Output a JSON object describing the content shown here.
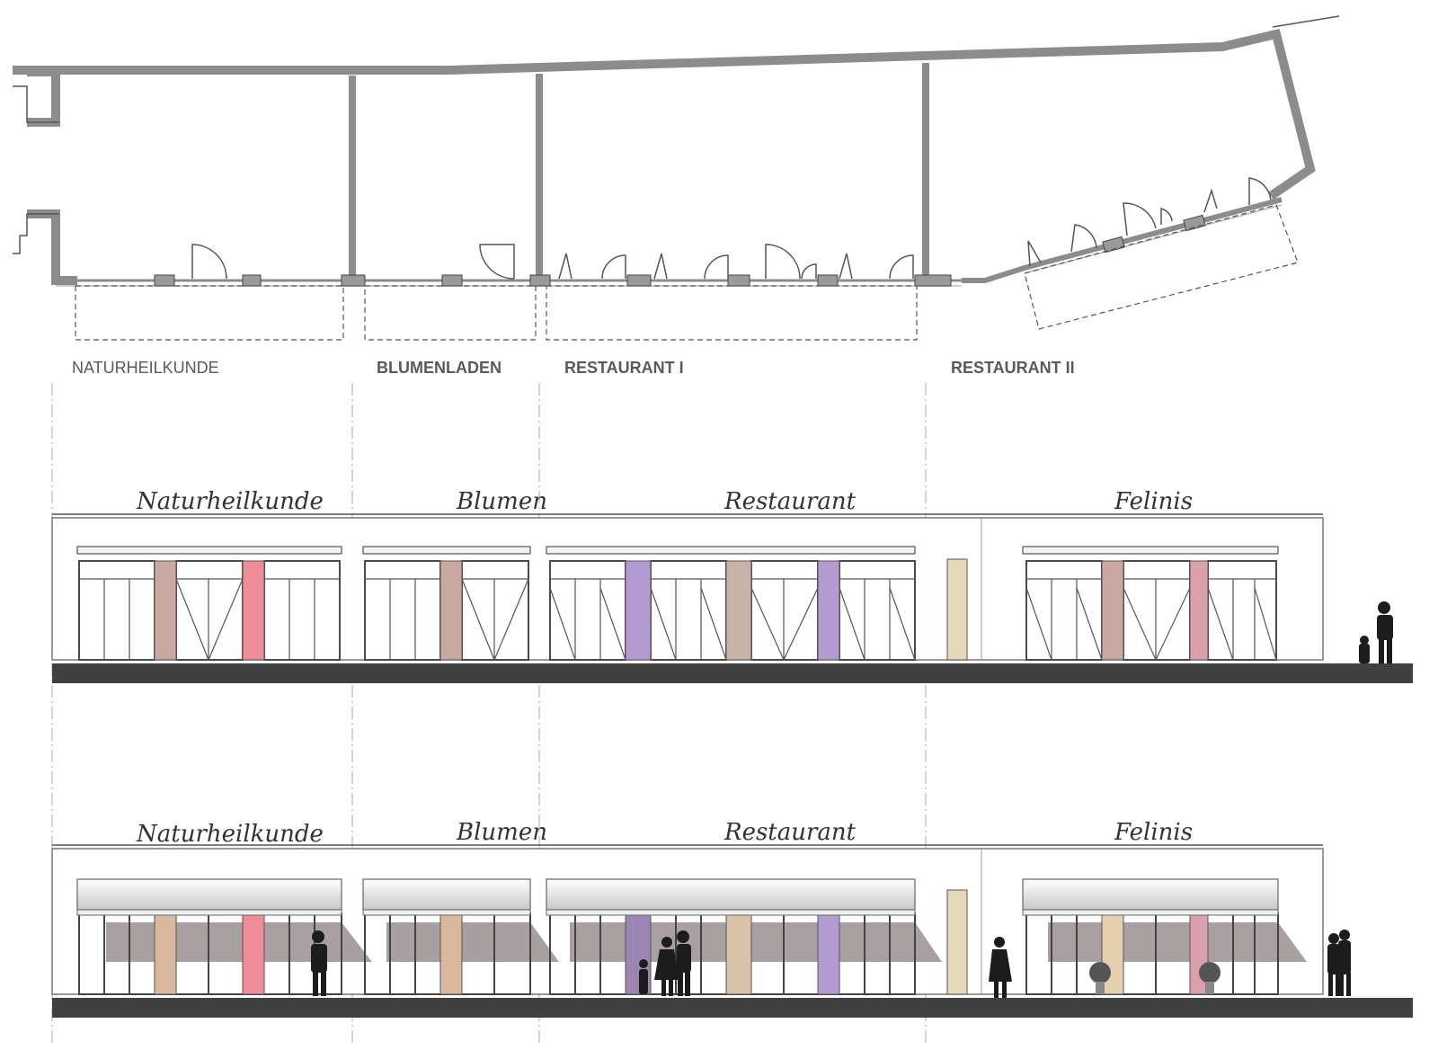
{
  "plan": {
    "labels": {
      "naturheilkunde": "NATURHEILKUNDE",
      "blumenladen": "BLUMENLADEN",
      "restaurant_1": "RESTAURANT I",
      "restaurant_2": "RESTAURANT II"
    }
  },
  "elevation_day": {
    "signs": {
      "naturheilkunde": "Naturheilkunde",
      "blumen": "Blumen",
      "restaurant": "Restaurant",
      "felinis": "Felinis"
    }
  },
  "elevation_awning": {
    "signs": {
      "naturheilkunde": "Naturheilkunde",
      "blumen": "Blumen",
      "restaurant": "Restaurant",
      "felinis": "Felinis"
    }
  },
  "colors": {
    "wall": "#8c8c8c",
    "ground": "#404040",
    "pier_brick": "#c9a8a0",
    "pier_pink": "#f08c98",
    "pier_purple": "#b39ad0",
    "pier_beige": "#e6d8b8",
    "frame": "#505050"
  }
}
